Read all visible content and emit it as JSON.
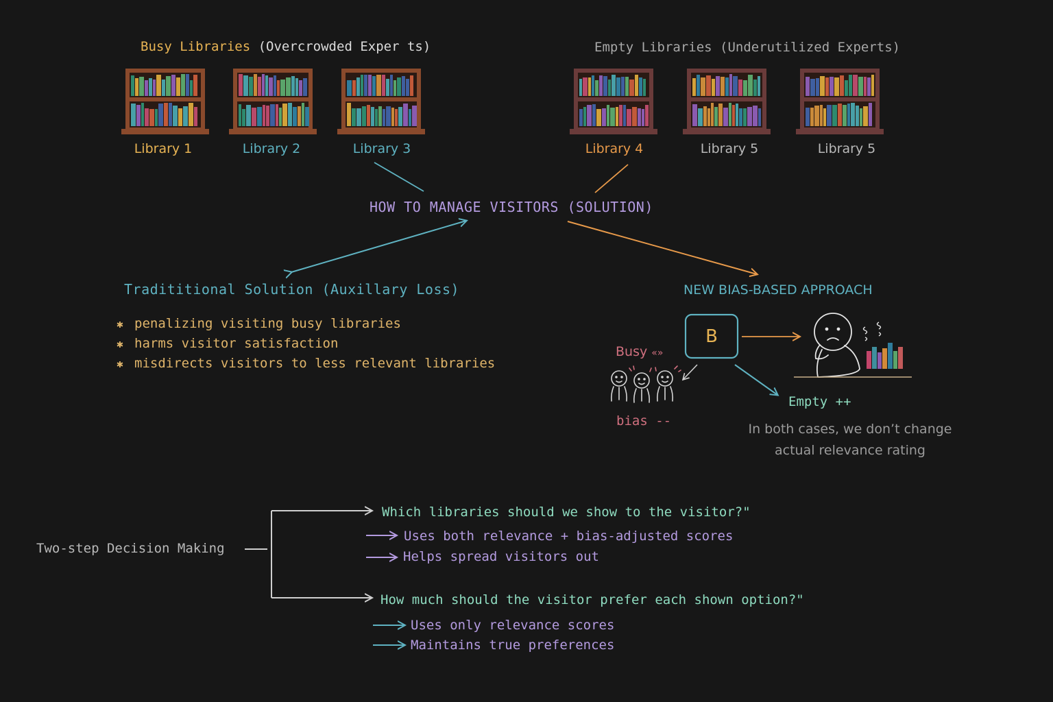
{
  "busy_group": {
    "title_highlight": "Busy Libraries",
    "title_rest": "(Overcrowded Exper ts)",
    "libraries": [
      {
        "label": "Library 1",
        "color": "#e8b454"
      },
      {
        "label": "Library 2",
        "color": "#5fb3c2"
      },
      {
        "label": "Library 3",
        "color": "#5fb3c2"
      }
    ]
  },
  "empty_group": {
    "title": "Empty Libraries (Underutilized Experts)",
    "libraries": [
      {
        "label": "Library 4",
        "color": "#e89a4a"
      },
      {
        "label": "Library 5",
        "color": "#b9b9b9"
      },
      {
        "label": "Library 5",
        "color": "#b9b9b9"
      }
    ]
  },
  "center_title": "HOW TO MANAGE VISITORS (SOLUTION)",
  "traditional": {
    "heading": "Tradititional Solution (Auxillary Loss)",
    "bullets": [
      "penalizing visiting busy libraries",
      "harms visitor satisfaction",
      "misdirects visitors to less relevant libraries"
    ]
  },
  "bias_approach": {
    "heading": "NEW BIAS-BASED APPROACH",
    "bias_box_label": "B",
    "busy_label": "Busy",
    "busy_mark": "«»",
    "bias_label": "bias --",
    "empty_label": "Empty ++",
    "note_line1": "In both cases, we don’t change",
    "note_line2": "actual relevance rating"
  },
  "decision": {
    "label": "Two-step Decision Making",
    "step1": {
      "question": "Which libraries should we show to the visitor?\"",
      "points": [
        "Uses both relevance + bias-adjusted scores",
        "Helps spread visitors out"
      ]
    },
    "step2": {
      "question": "How much should the visitor prefer each shown option?\"",
      "points": [
        "Uses only relevance scores",
        "Maintains true preferences"
      ]
    }
  },
  "colors": {
    "background": "#171717",
    "gold": "#e8b454",
    "teal": "#5fb3c2",
    "orange": "#e89a4a",
    "purple": "#b49be0",
    "pink": "#d0707f",
    "green_text": "#8fdcc0",
    "gray": "#b9b9b9"
  }
}
